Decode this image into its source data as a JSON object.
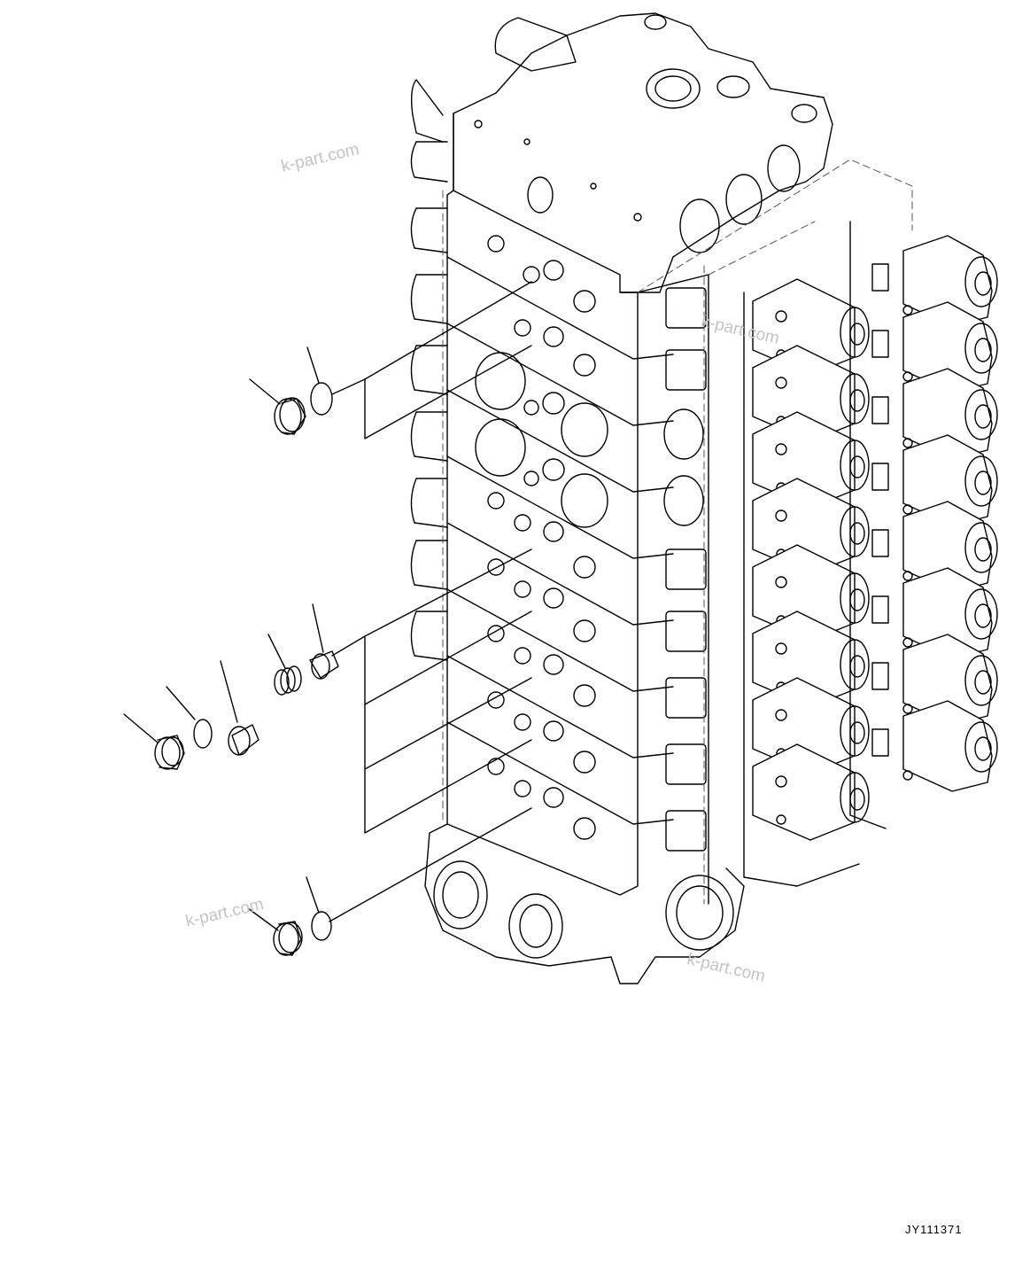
{
  "drawing": {
    "watermarks": [
      "k-part.com",
      "k-part.com",
      "k-part.com",
      "k-part.com"
    ],
    "drawing_number": "JY111371",
    "line_color": "#000000",
    "hidden_line_color": "#555555",
    "watermark_color": "#c4c4c4"
  }
}
